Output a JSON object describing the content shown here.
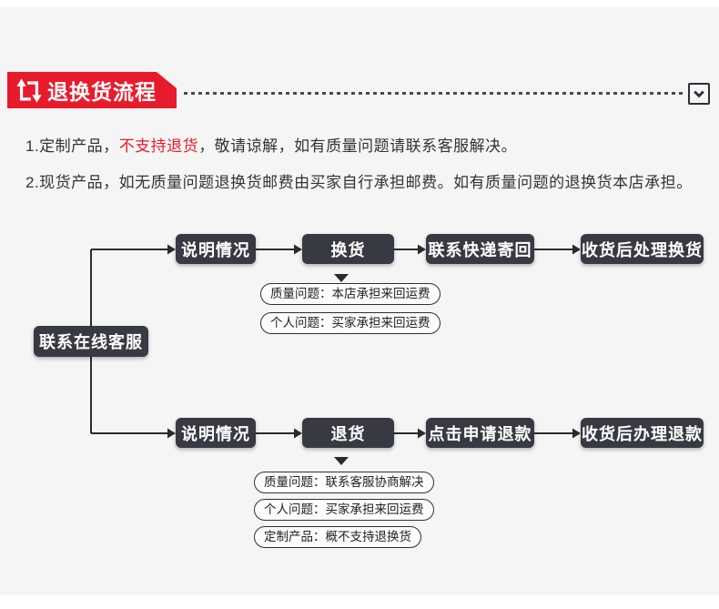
{
  "colors": {
    "accent_red": "#e81b2c",
    "node_dark": "#373a42",
    "line": "#2b2b2b",
    "panel_bg": "#f5f5f5"
  },
  "banner": {
    "title": "退换货流程",
    "icon": "exchange-loop-icon"
  },
  "divider": {
    "collapse_icon": "chevron-down-box-icon"
  },
  "notes": {
    "line1": {
      "prefix": "1.定制产品，",
      "highlight": "不支持退货",
      "suffix": "，敬请谅解，如有质量问题请联系客服解决。"
    },
    "line2": "2.现货产品，如无质量问题退换货邮费由买家自行承担邮费。如有质量问题的退换货本店承担。"
  },
  "flow": {
    "start": "联系在线客服",
    "branches": [
      {
        "steps": [
          "说明情况",
          "换货",
          "联系快递寄回",
          "收货后处理换货"
        ],
        "notes": [
          "质量问题：本店承担来回运费",
          "个人问题：买家承担来回运费"
        ]
      },
      {
        "steps": [
          "说明情况",
          "退货",
          "点击申请退款",
          "收货后办理退款"
        ],
        "notes": [
          "质量问题：联系客服协商解决",
          "个人问题：买家承担来回运费",
          "定制产品：概不支持退换货"
        ]
      }
    ]
  }
}
